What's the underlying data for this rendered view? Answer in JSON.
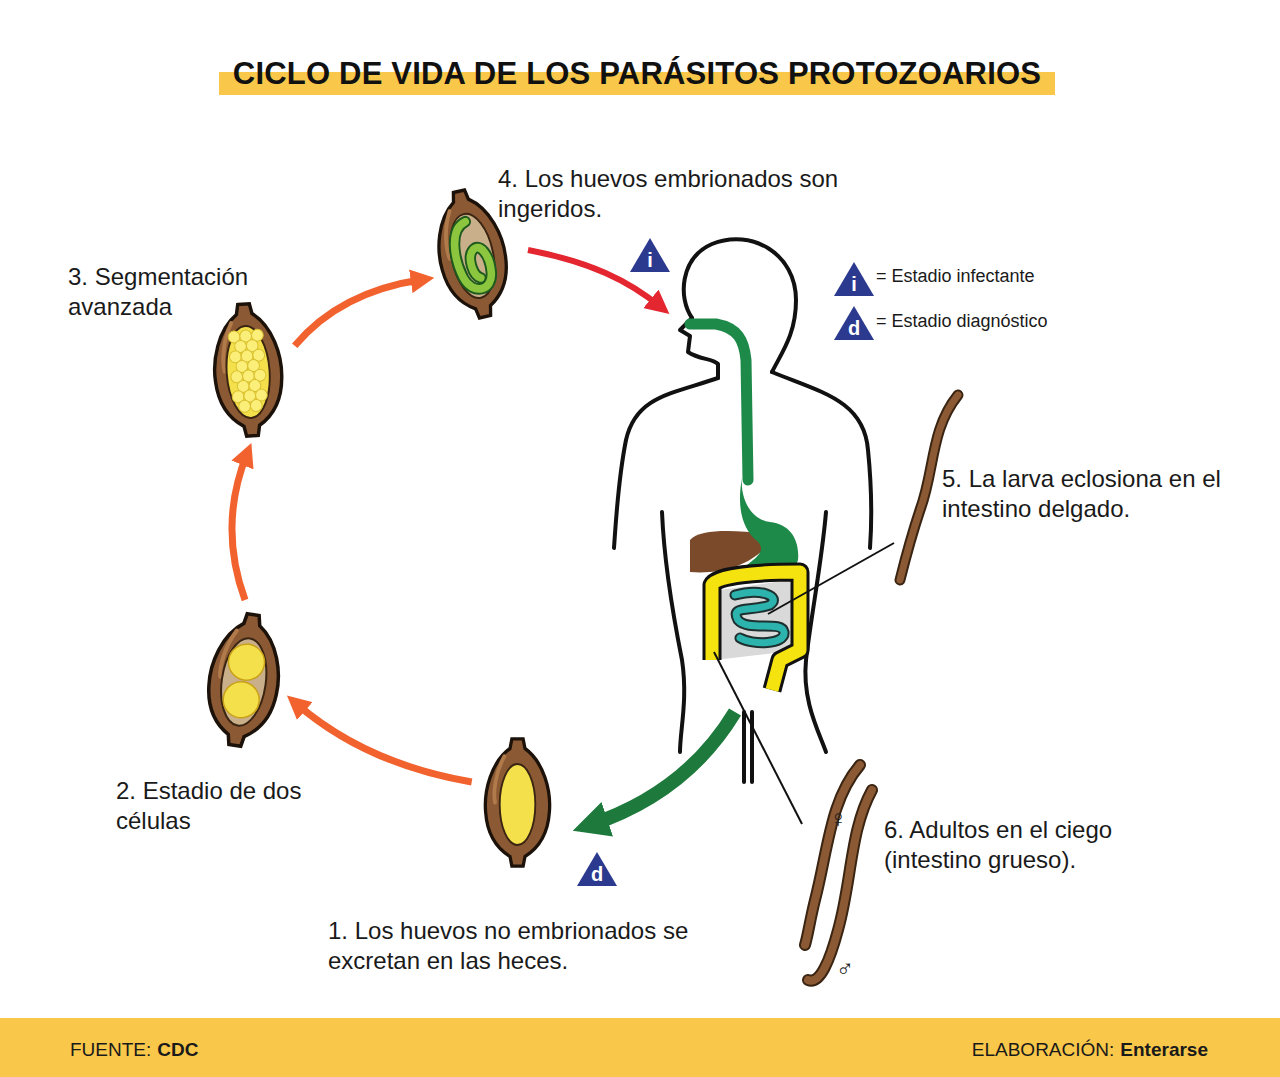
{
  "diagram": {
    "title": "CICLO DE VIDA DE LOS PARÁSITOS PROTOZOARIOS",
    "nodes": [
      {
        "text": [
          "1. Los huevos no embrionados se excretan en las heces."
        ]
      },
      {
        "text": [
          "2. Estadio de dos células"
        ]
      },
      {
        "text": [
          "3. Segmentación avanzada"
        ]
      },
      {
        "text": [
          "4. Los huevos embrionados son ingeridos."
        ]
      }
    ],
    "edges": [
      {
        "from": 0,
        "to": 1,
        "arrow": "to"
      },
      {
        "from": 1,
        "to": 2,
        "arrow": "to"
      },
      {
        "from": 2,
        "to": 3,
        "arrow": "to"
      }
    ],
    "labels": [
      "i",
      "d",
      "i",
      "d",
      "5. La larva eclosiona en el intestino delgado.",
      "6. Adultos en el ciego (intestino grueso).",
      "♀",
      "♂",
      "FUENTE:",
      "CDC",
      "ELABORACIÓN:",
      "Enterarse"
    ],
    "legend": [
      {
        "text": "= Estadio infectante"
      },
      {
        "text": "= Estadio diagnóstico"
      }
    ]
  }
}
